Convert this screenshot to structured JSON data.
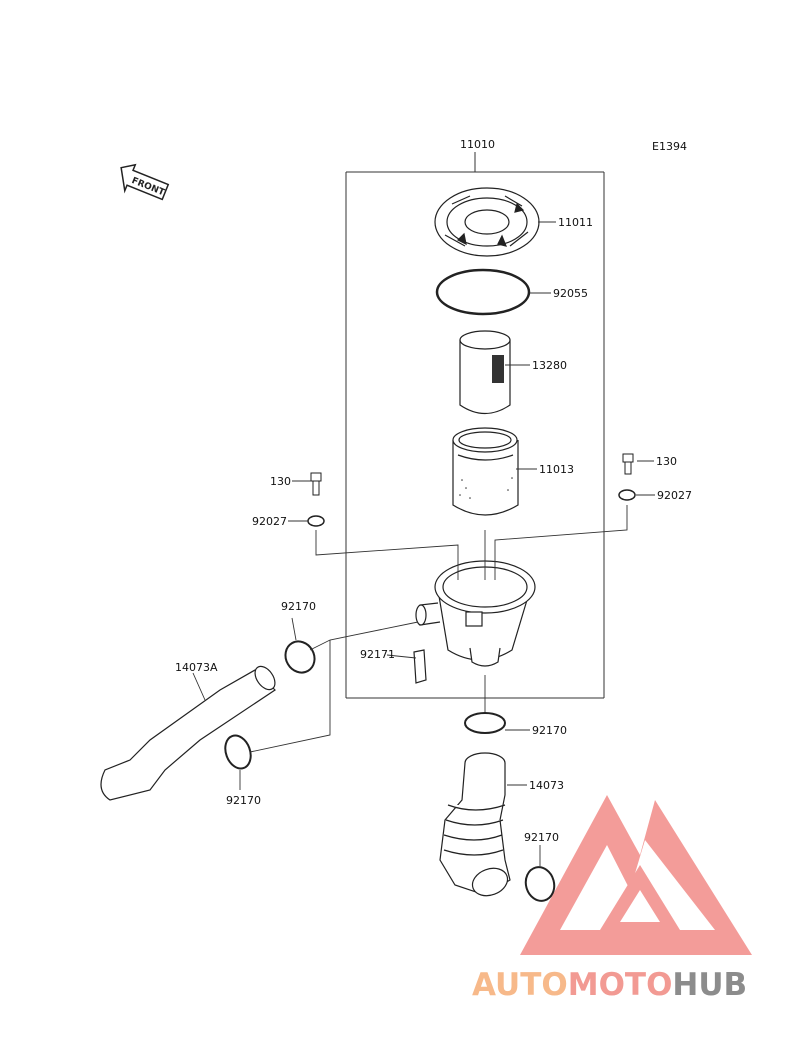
{
  "diagram_code": "E1394",
  "labels": {
    "assembly": "11010",
    "cap": "11011",
    "oring": "92055",
    "inner_filter": "13280",
    "element": "11013",
    "bolt_left": "130",
    "washer_left": "92027",
    "bolt_right": "130",
    "washer_right": "92027",
    "clamp_upper_left": "92170",
    "hose_a": "14073A",
    "bracket": "92171",
    "clamp_lower_left": "92170",
    "clamp_center": "92170",
    "hose": "14073",
    "clamp_lower_right": "92170"
  },
  "front_badge": "FRONT",
  "watermark": {
    "part1": "AUTO",
    "part2": "MOTO",
    "part3": "HUB",
    "colors": {
      "part1": "#f7b98a",
      "part2": "#f29a93",
      "part3": "#8c8c8c",
      "logo": "#f07c78"
    }
  }
}
